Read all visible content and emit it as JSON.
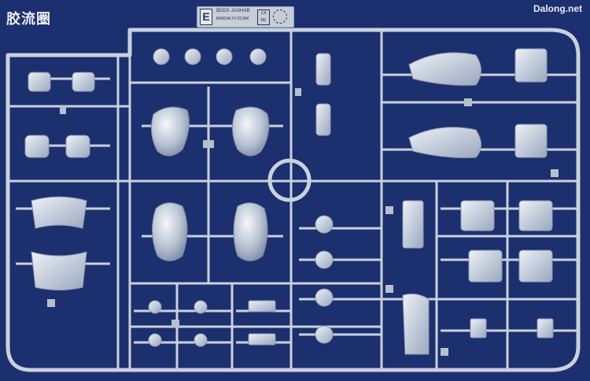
{
  "watermarks": {
    "left": "胶流圈",
    "right": "Dalong.net"
  },
  "runner_tag": {
    "letter": "E",
    "line1": "BDDS JAGHAB",
    "line2": "BANDAI HI DCAM",
    "badge": "CA BE"
  },
  "scene": {
    "subject": "clear-plastic-model-kit-runner",
    "background_color": "#1c2f6e",
    "plastic_color": "#cfd6e2"
  }
}
